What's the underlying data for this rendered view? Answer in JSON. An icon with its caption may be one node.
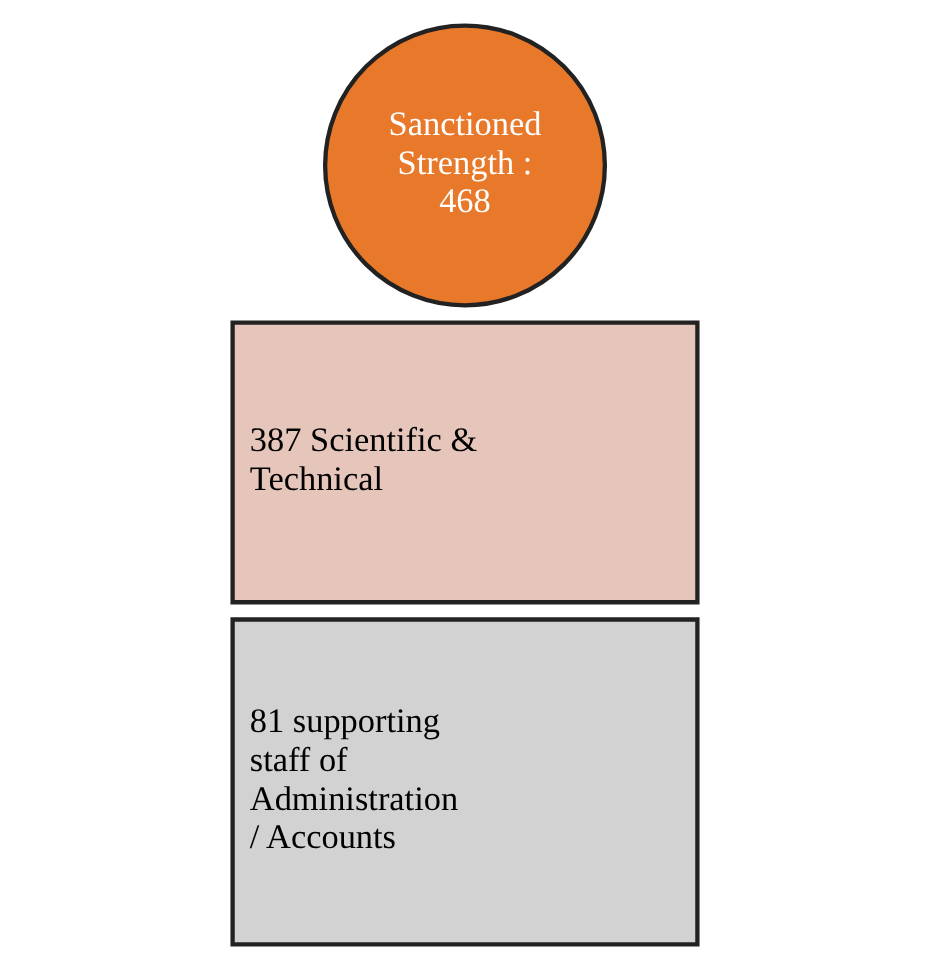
{
  "diagram": {
    "nodes": [
      {
        "text": [
          "Sanctioned Strength : 468"
        ]
      },
      {
        "text": [
          "387 Scientific & Technical"
        ]
      },
      {
        "text": [
          "81 supporting staff of Administration / Accounts"
        ]
      }
    ]
  }
}
